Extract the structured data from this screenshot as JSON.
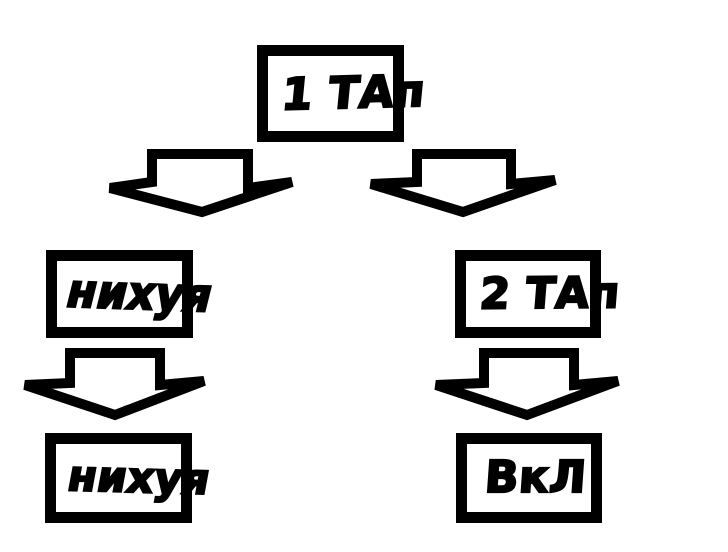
{
  "diagram": {
    "title_present": false,
    "background_color": "#ffffff",
    "stroke_color": "#000000",
    "style": "hand-drawn-marker-flowchart",
    "nodes": [
      {
        "id": "root",
        "label": "1 ТАп",
        "role": "start-stage-1"
      },
      {
        "id": "mid-left",
        "label": "нихуя",
        "role": "branch-left-outcome"
      },
      {
        "id": "mid-right",
        "label": "2 ТАп",
        "role": "branch-right-stage-2"
      },
      {
        "id": "bot-left",
        "label": "нихуя",
        "role": "left-final-outcome"
      },
      {
        "id": "bot-right",
        "label": "ВкЛ",
        "role": "right-final-outcome"
      }
    ],
    "arrows": [
      {
        "id": "root-left",
        "from": "root",
        "to": "mid-left",
        "direction": "down-left",
        "shape": "hollow-block-arrow"
      },
      {
        "id": "root-right",
        "from": "root",
        "to": "mid-right",
        "direction": "down-right",
        "shape": "hollow-block-arrow"
      },
      {
        "id": "left-down",
        "from": "mid-left",
        "to": "bot-left",
        "direction": "down",
        "shape": "hollow-block-arrow"
      },
      {
        "id": "right-down",
        "from": "mid-right",
        "to": "bot-right",
        "direction": "down",
        "shape": "hollow-block-arrow"
      }
    ]
  }
}
